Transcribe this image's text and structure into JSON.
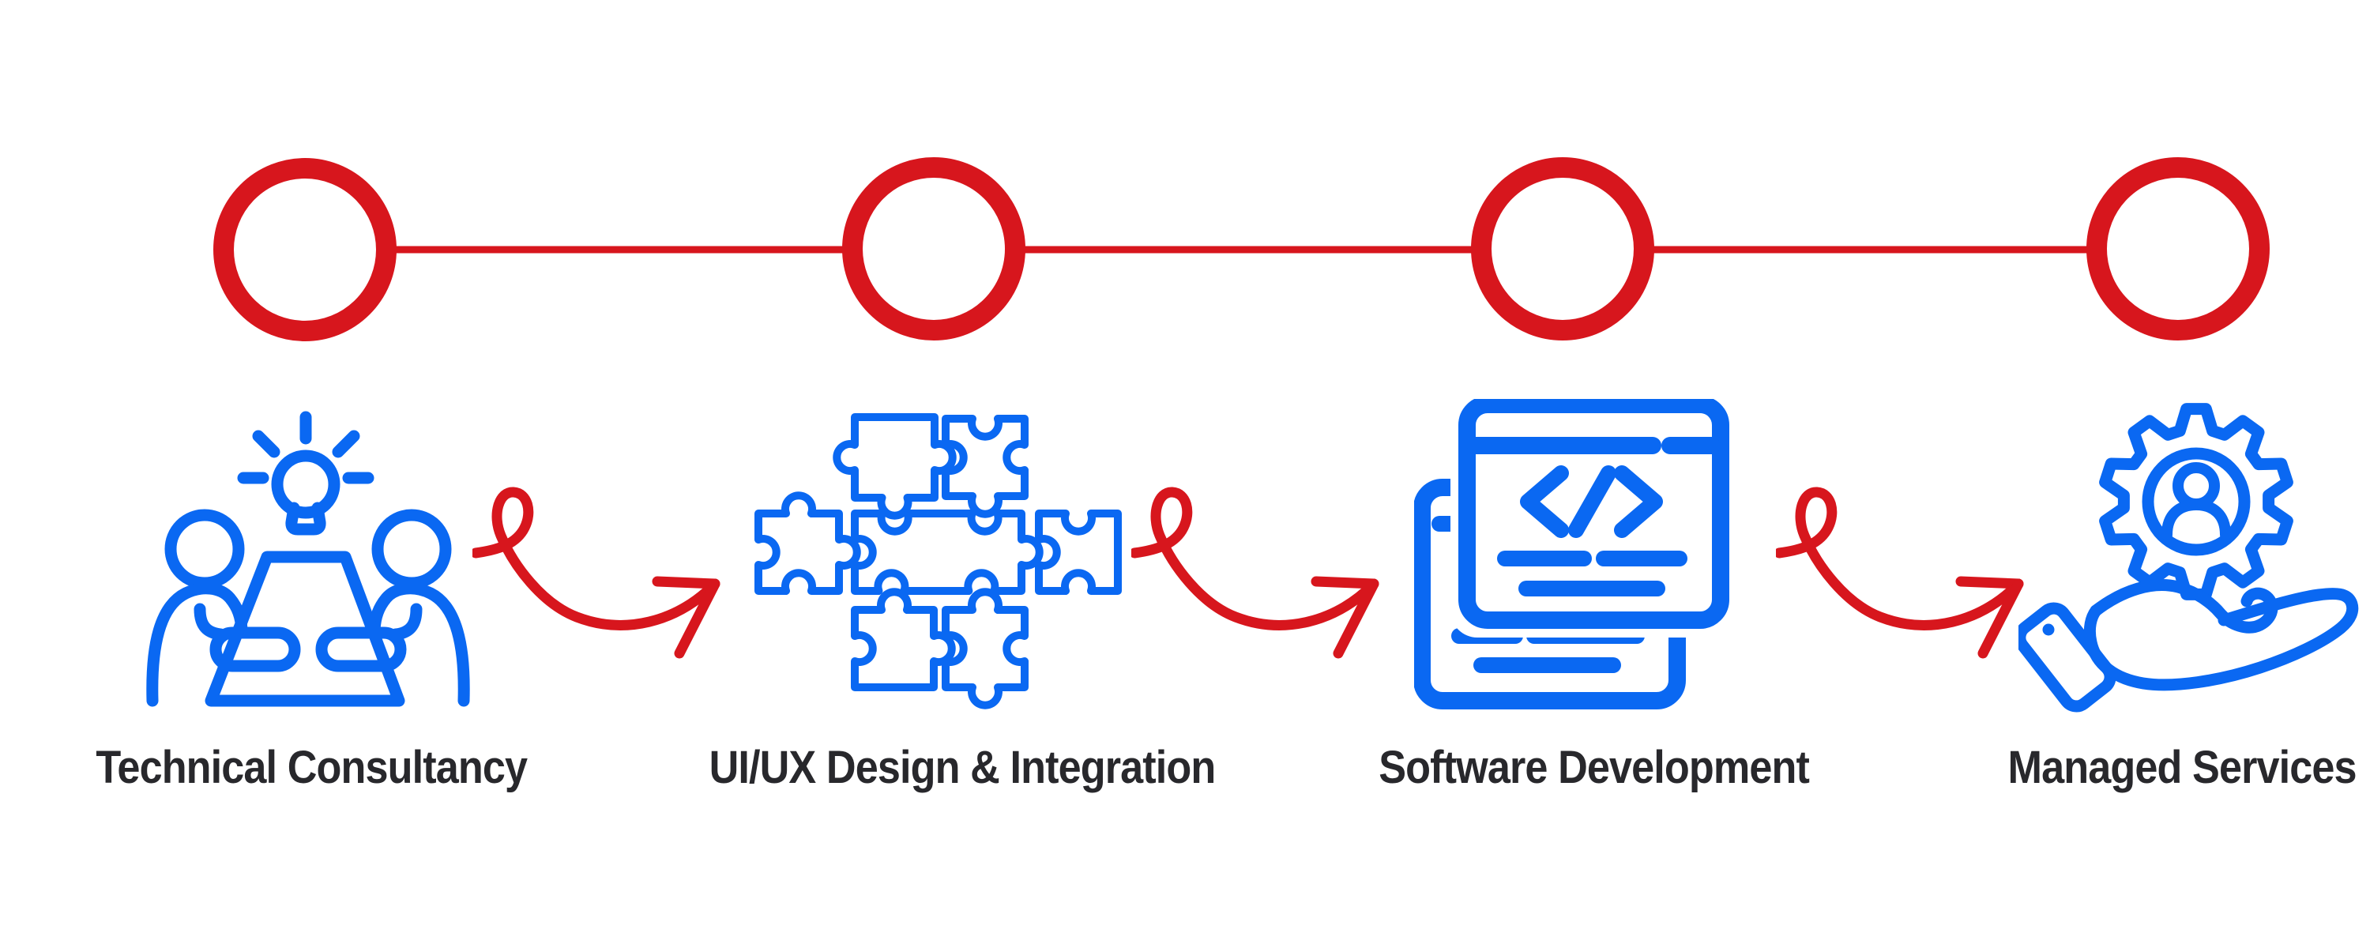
{
  "colors": {
    "red": "#d7161d",
    "blue": "#0a68f2",
    "text": "#28282c",
    "background": "#ffffff"
  },
  "steps": [
    {
      "label": "Technical Consultancy",
      "icon": "team-meeting-idea-icon"
    },
    {
      "label": "UI/UX Design & Integration",
      "icon": "puzzle-pieces-icon"
    },
    {
      "label": "Software Development",
      "icon": "code-browser-windows-icon"
    },
    {
      "label": "Managed Services",
      "icon": "gear-in-hand-icon"
    }
  ],
  "timeline": {
    "marker_count": 4,
    "connector_count": 3
  }
}
